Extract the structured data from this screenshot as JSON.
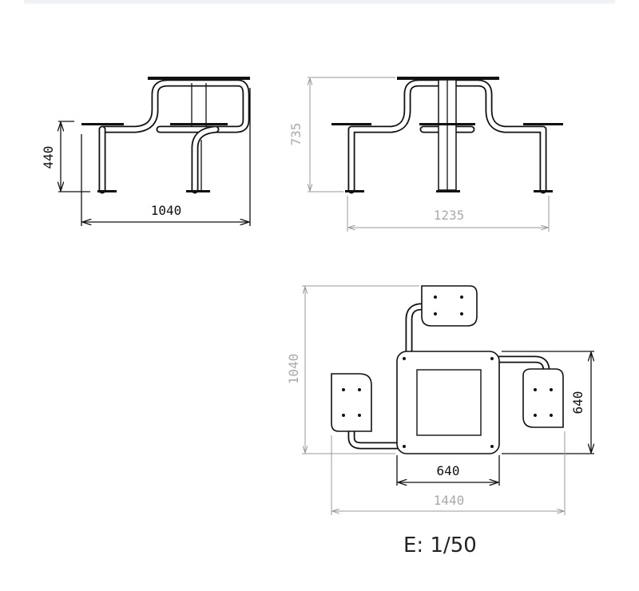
{
  "side_view": {
    "height_dim": "440",
    "width_dim": "1040"
  },
  "front_view": {
    "height_dim": "735",
    "width_dim": "1235"
  },
  "plan_view": {
    "depth_dim": "1040",
    "table_depth_dim": "640",
    "table_width_dim": "640",
    "total_width_dim": "1440"
  },
  "scale_label": "E: 1/50",
  "colors": {
    "line": "#111111",
    "secondary_dim": "#aaaaaa"
  }
}
